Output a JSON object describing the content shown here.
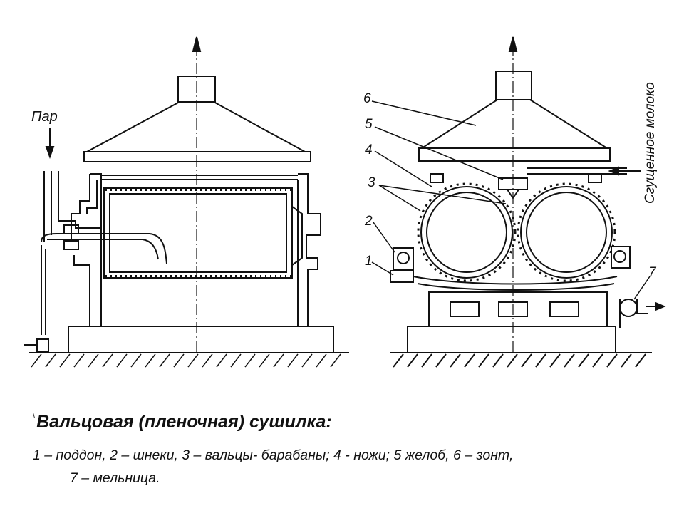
{
  "labels": {
    "steam": "Пар",
    "milk": "Сгущенное молоко",
    "n1": "1",
    "n2": "2",
    "n3": "3",
    "n4": "4",
    "n5": "5",
    "n6": "6",
    "n7": "7"
  },
  "caption": {
    "marker": "\\",
    "title": "Вальцовая (пленочная) сушилка:",
    "legend_line1": "1 – поддон, 2 – шнеки, 3 – вальцы- барабаны; 4 -  ножи; 5 желоб, 6 – зонт,",
    "legend_line2": "7 – мельница."
  },
  "colors": {
    "ink": "#111111",
    "background": "#ffffff"
  }
}
